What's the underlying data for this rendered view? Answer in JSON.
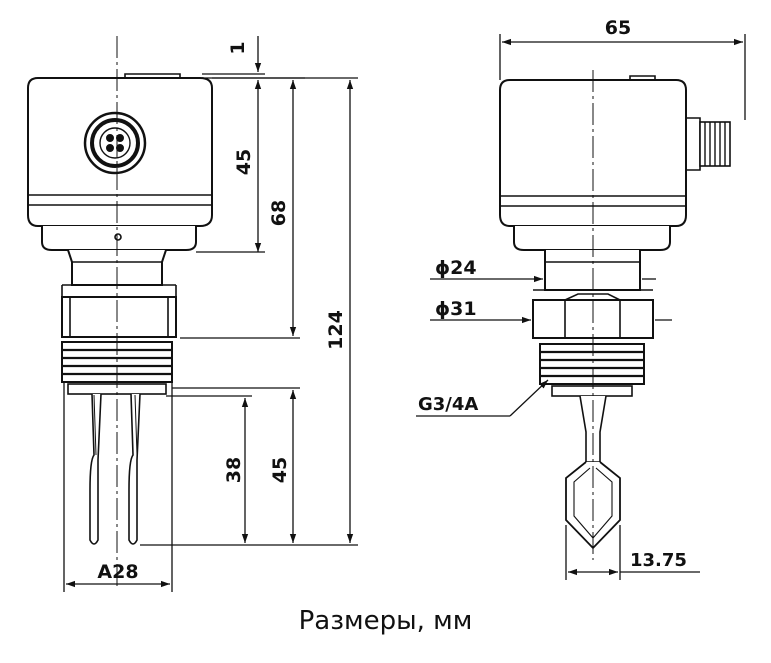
{
  "caption": "Размеры, мм",
  "dimensions": {
    "top_gap": "1",
    "housing_height": "45",
    "to_thread": "68",
    "total_length": "124",
    "fork_length": "38",
    "probe_length": "45",
    "fork_width": "A28",
    "width": "65",
    "dia_neck": "ϕ24",
    "dia_hex": "ϕ31",
    "thread": "G3/4A",
    "tine_width": "13.75"
  }
}
